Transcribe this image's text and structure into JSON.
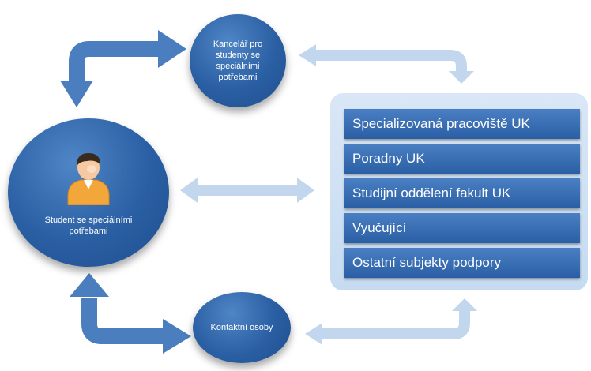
{
  "nodes": {
    "kancelar": "Kancelář pro studenty se speciálními potřebami",
    "student": "Student se speciálními potřebami",
    "kontakt": "Kontaktní osoby"
  },
  "panel": {
    "items": [
      "Specializovaná pracoviště UK",
      "Poradny UK",
      "Studijní oddělení fakult UK",
      "Vyučující",
      "Ostatní subjekty podpory"
    ]
  },
  "colors": {
    "node_blue": "#2a5fa3",
    "arrow_dark": "#4a7ebf",
    "arrow_light": "#c2d6ee",
    "panel_bg": "#d3e3f5"
  }
}
